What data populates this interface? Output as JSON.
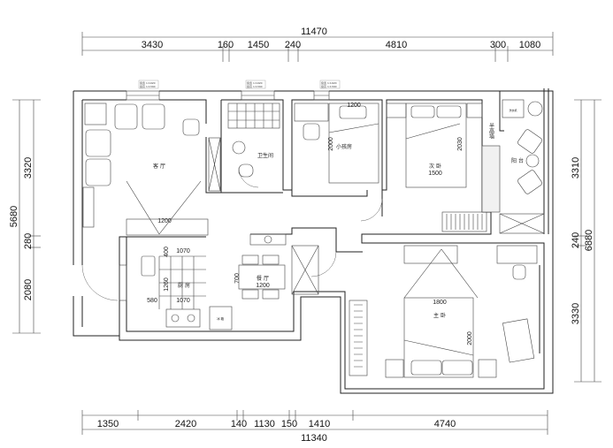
{
  "dimensions": {
    "top_total": "11470",
    "top_segments": [
      "3430",
      "160",
      "1450",
      "240",
      "4810",
      "300",
      "1080"
    ],
    "bottom_total": "11340",
    "bottom_segments": [
      "1350",
      "2420",
      "140",
      "1130",
      "150",
      "1410",
      "4740"
    ],
    "left_total": "5680",
    "left_segments": [
      "3320",
      "280",
      "2080"
    ],
    "right_total": "6880",
    "right_segments": [
      "3310",
      "240",
      "3330"
    ]
  },
  "rooms": {
    "living_room": "客 厅",
    "bathroom": "卫生间",
    "kids_room": "小孩房",
    "second_bedroom": "次 卧",
    "balcony": "阳 台",
    "half_wall": "半高墙",
    "kitchen": "厨 房",
    "dining": "餐 厅",
    "master_bedroom": "主 卧",
    "fridge": "冰 箱",
    "washer": "洗衣机"
  },
  "inner_dimensions": {
    "living_tv": "1200",
    "kids_bed_w": "1200",
    "kids_bed_l": "2000",
    "second_bed_w": "1500",
    "second_bed_l": "2030",
    "kitchen_a": "400",
    "kitchen_b": "1070",
    "kitchen_c": "1260",
    "kitchen_d": "580",
    "kitchen_e": "1070",
    "dining_w": "700",
    "dining_l": "1200",
    "master_bed_w": "1800",
    "master_bed_l": "2000"
  },
  "window_tags": {
    "a1": "窗宽 1:1920",
    "a2": "窗高 1:1340",
    "b1": "窗宽 1:1920",
    "b2": "窗高 1:1340",
    "c1": "窗宽 1:1920",
    "c2": "窗高 1:1340"
  }
}
